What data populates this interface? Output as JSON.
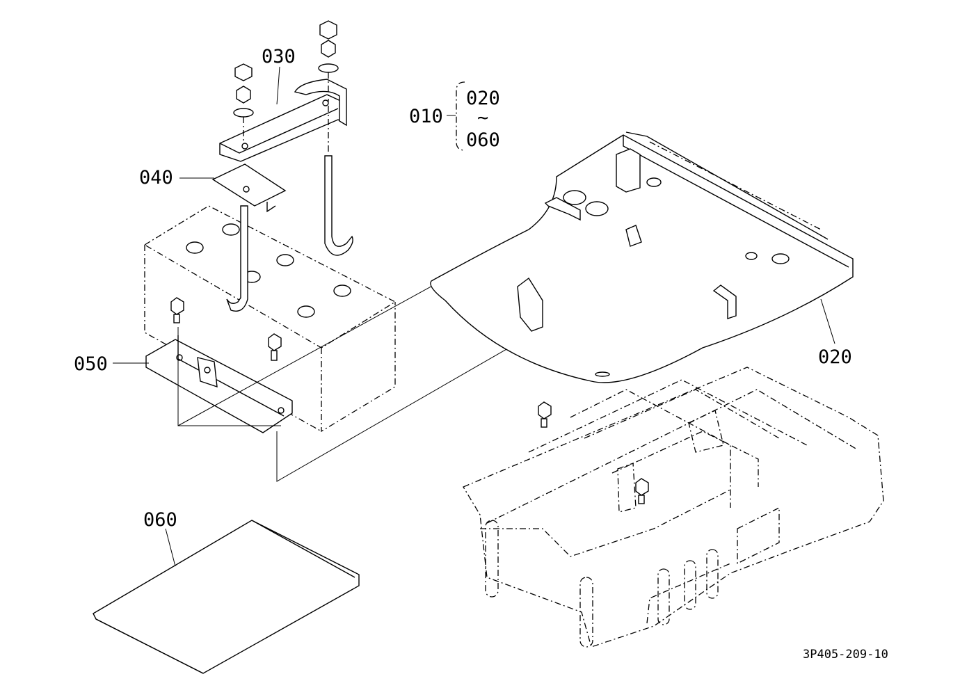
{
  "callouts": {
    "c010": "010",
    "c020_range": "020",
    "range_mark": "~",
    "c060_range": "060",
    "c030": "030",
    "c040": "040",
    "c050": "050",
    "c020": "020",
    "c060": "060"
  },
  "drawing_code": "3P405-209-10"
}
